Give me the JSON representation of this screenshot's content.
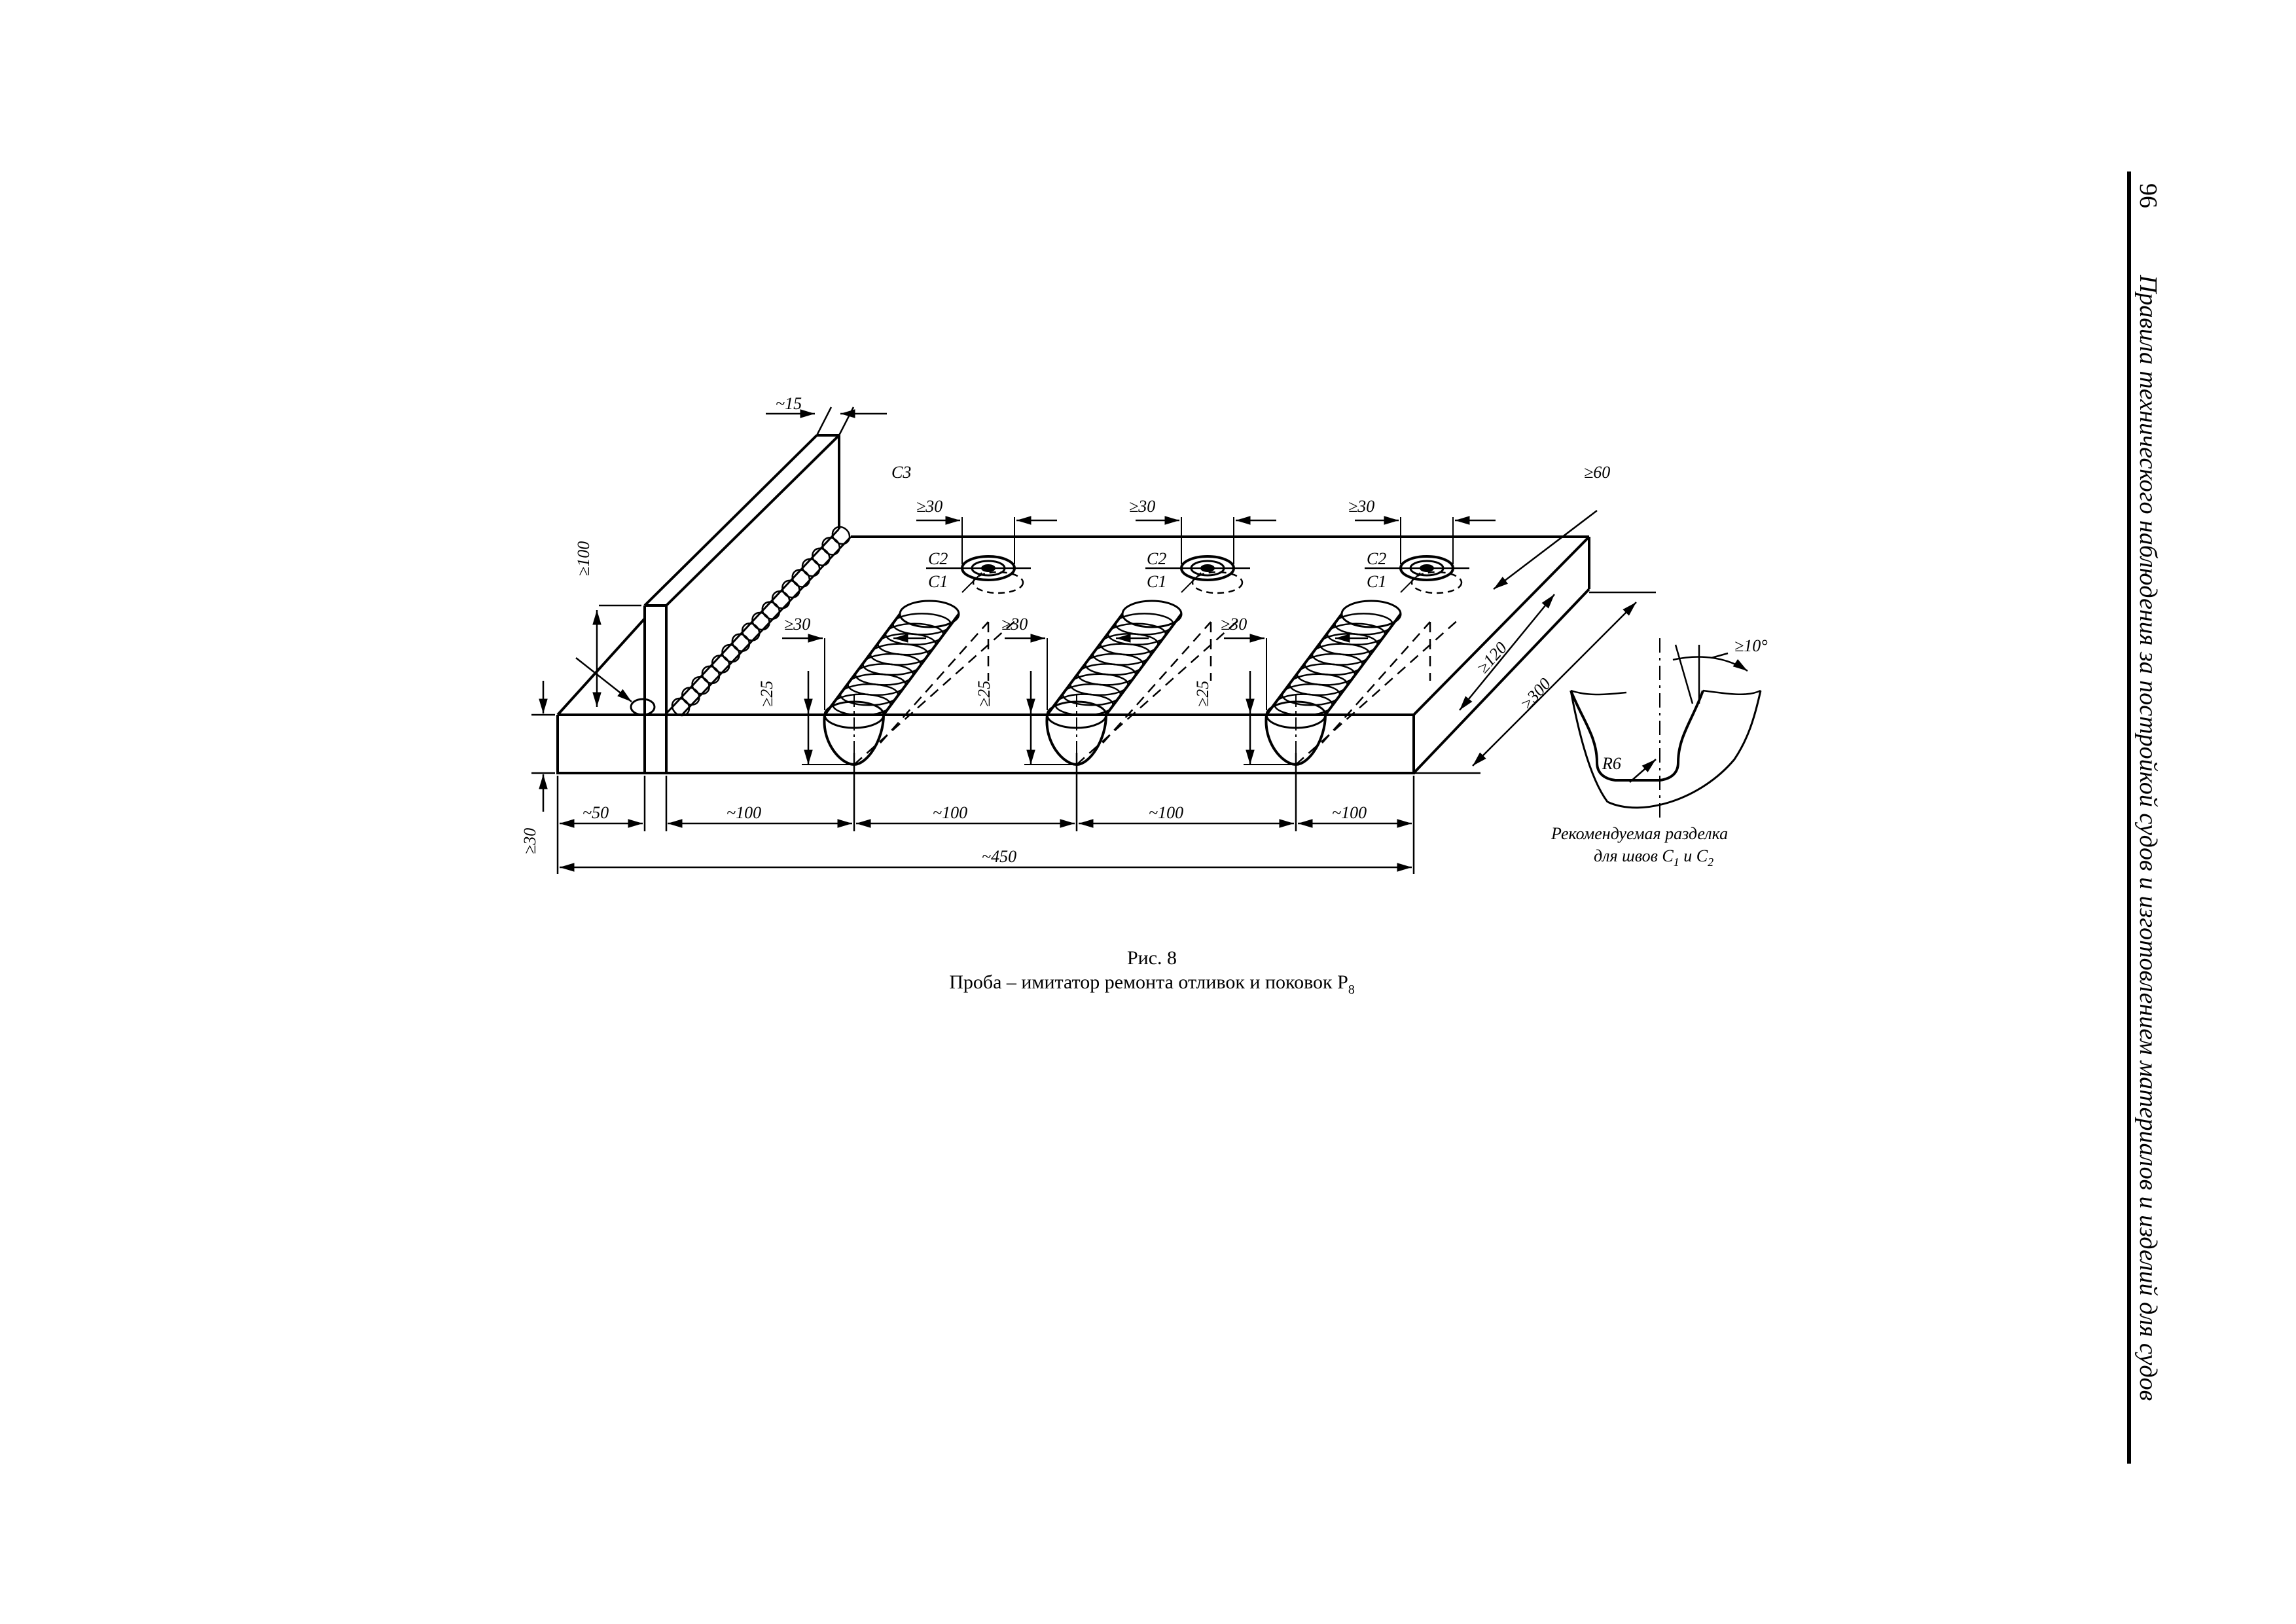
{
  "header": {
    "page_number": "96",
    "running_title": "Правила технического наблюдения за постройкой судов и изготовлением материалов и изделий для судов"
  },
  "figure": {
    "caption_number": "Рис. 8",
    "caption_title": "Проба – имитатор ремонта отливок и поковок Р",
    "caption_subscript": "8",
    "seam_c3": "C3",
    "seam_c2": "C2",
    "seam_c1": "C1",
    "dims": {
      "fin_thickness": "~15",
      "fin_height": "≥100",
      "plate_thickness": "≥30",
      "edge_offset": "~50",
      "spacing": "~100",
      "total_length": "~450",
      "groove_width": "≥30",
      "groove_depth": "≥25",
      "hole_diameter": "≥30",
      "hole_offset": "≥60",
      "groove_length": "≥120",
      "plate_width": "≥300"
    },
    "detail": {
      "angle": "≥10°",
      "radius": "R6",
      "caption_line1": "Рекомендуемая разделка",
      "caption_line2_prefix": "для швов C",
      "caption_line2_sub1": "1",
      "caption_line2_mid": " и C",
      "caption_line2_sub2": "2"
    }
  }
}
